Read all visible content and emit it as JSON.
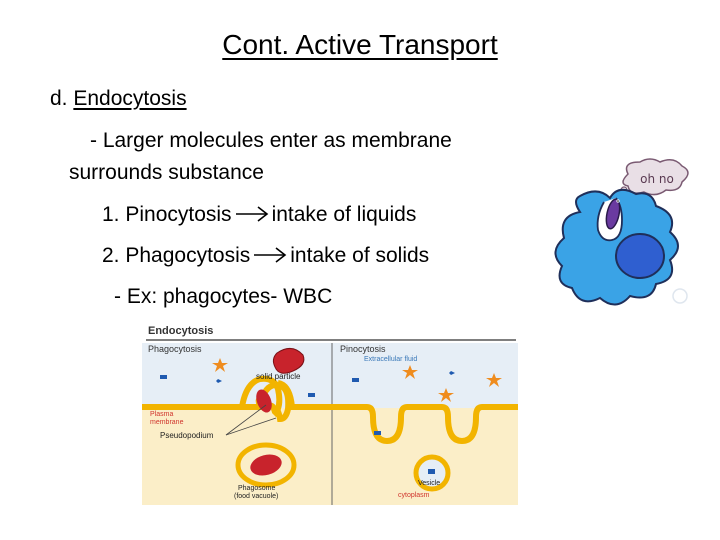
{
  "slide": {
    "title": "Cont. Active Transport",
    "heading_prefix": "d. ",
    "heading_term": "Endocytosis",
    "bullet_line1": "- Larger molecules enter as membrane",
    "bullet_line2": "surrounds substance",
    "item1_term": "1. Pinocytosis",
    "item1_text": "intake of liquids",
    "item2_term": "2. Phagocytosis",
    "item2_text": "intake of solids",
    "example": "- Ex: phagocytes- WBC"
  },
  "cartoon": {
    "speech_bubble": "oh no",
    "icon": "cartoon-white-blood-cell",
    "body_color": "#3aa3e6",
    "nucleus_color": "#2f5fd0"
  },
  "diagram": {
    "title": "Endocytosis",
    "left_panel_title": "Phagocytosis",
    "right_panel_title": "Pinocytosis",
    "extracellular_label": "Extracellular fluid",
    "solid_particle_label": "solid particle",
    "plasma_membrane_label_1": "Plasma",
    "plasma_membrane_label_2": "membrane",
    "pseudopodium_label": "Pseudopodium",
    "phagosome_label_1": "Phagosome",
    "phagosome_label_2": "(food vacuole)",
    "vesicle_label": "Vesicle",
    "cytoplasm_label": "cytoplasm",
    "colors": {
      "membrane": "#f2b400",
      "cytoplasm": "#fbeec8",
      "extracellular": "#e6eef6",
      "particle": "#c8232c",
      "label_red": "#d0342c"
    }
  }
}
